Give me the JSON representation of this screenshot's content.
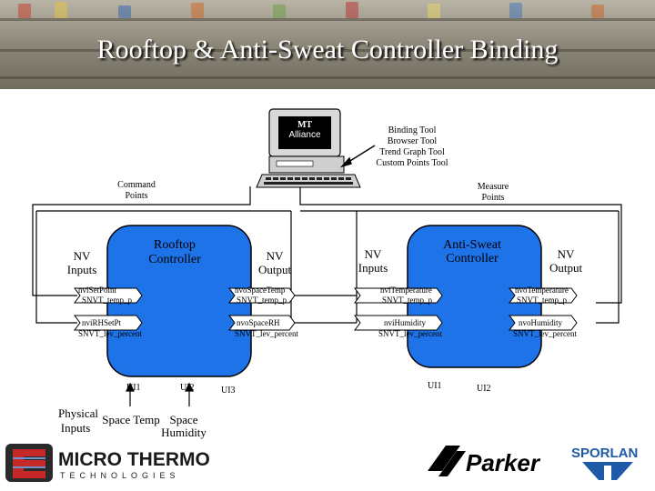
{
  "title": "Rooftop & Anti-Sweat Controller Binding",
  "computer": {
    "brand_line1": "MT",
    "brand_line2": "Alliance"
  },
  "tools": [
    "Binding Tool",
    "Browser Tool",
    "Trend Graph Tool",
    "Custom Points Tool"
  ],
  "network": {
    "command_label": "Command Points",
    "measure_label": "Measure Points"
  },
  "rooftop": {
    "title_line1": "Rooftop",
    "title_line2": "Controller",
    "nv_inputs_line1": "NV",
    "nv_inputs_line2": "Inputs",
    "nv_output_line1": "NV",
    "nv_output_line2": "Output",
    "inputs": [
      {
        "name": "nviSetPoint",
        "type": "SNVT_temp_p"
      },
      {
        "name": "nviRHSetPt",
        "type": "SNVT_lev_percent"
      }
    ],
    "outputs": [
      {
        "name": "nvoSpaceTemp",
        "type": "SNVT_temp_p"
      },
      {
        "name": "nvoSpaceRH",
        "type": "SNVT_lev_percent"
      }
    ],
    "ui_labels": [
      "UI1",
      "UI2",
      "UI3"
    ]
  },
  "antisweat": {
    "title_line1": "Anti-Sweat",
    "title_line2": "Controller",
    "nv_inputs_line1": "NV",
    "nv_inputs_line2": "Inputs",
    "nv_output_line1": "NV",
    "nv_output_line2": "Output",
    "inputs": [
      {
        "name": "nviTemperature",
        "type": "SNVT_temp_p"
      },
      {
        "name": "nviHumidity",
        "type": "SNVT_lev_percent"
      }
    ],
    "outputs": [
      {
        "name": "nvoTemperature",
        "type": "SNVT_temp_p"
      },
      {
        "name": "nvoHumidity",
        "type": "SNVT_lev_percent"
      }
    ],
    "ui_labels": [
      "UI1",
      "UI2"
    ]
  },
  "physical": {
    "label_line1": "Physical",
    "label_line2": "Inputs",
    "space_temp": "Space Temp",
    "space_humidity_line1": "Space",
    "space_humidity_line2": "Humidity"
  },
  "logos": {
    "microthermo_line1": "MICRO THERMO",
    "microthermo_line2": "TECHNOLOGIES",
    "parker": "Parker",
    "sporlan": "SPORLAN"
  },
  "colors": {
    "controller_blue": "#1e73e8",
    "title_text": "#ffffff"
  }
}
